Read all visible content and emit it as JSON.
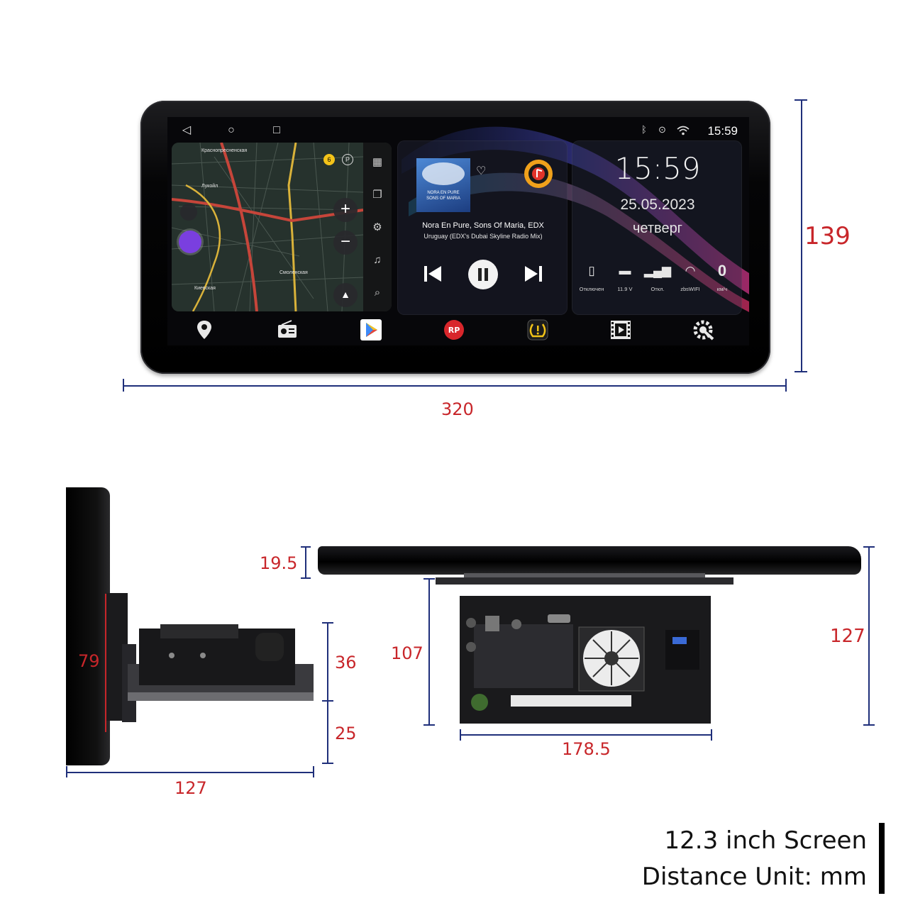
{
  "dimensions": {
    "front_width": "320",
    "front_height": "139",
    "side_panel_height": "79",
    "side_upper": "36",
    "side_lower": "25",
    "side_depth": "127",
    "top_thickness": "19.5",
    "chassis_height": "107",
    "chassis_width": "178.5",
    "total_height": "127"
  },
  "screen": {
    "status_time": "15:59",
    "icons": {
      "back": "back-icon",
      "home": "home-icon",
      "recents": "recents-icon",
      "bluetooth": "bluetooth-icon",
      "location": "location-icon",
      "wifi": "wifi-icon"
    },
    "map": {
      "labels": [
        "Краснопресненская",
        "Лукойл",
        "Смоленская",
        "Киевская"
      ],
      "badge": "6",
      "parking": "P",
      "zoom_in": "+",
      "zoom_out": "−"
    },
    "music": {
      "album_text": [
        "NORA EN PURE",
        "SONS OF MARIA"
      ],
      "artist": "Nora En Pure, Sons Of Maria, EDX",
      "title": "Uruguay (EDX's Dubai Skyline Radio Mix)"
    },
    "clock": {
      "time": "15:59",
      "date": "25.05.2023",
      "weekday": "четверг",
      "stats": [
        {
          "icon": "phone-icon",
          "value": "",
          "label": "Отключен"
        },
        {
          "icon": "battery-icon",
          "value": "",
          "label": "11.9 V"
        },
        {
          "icon": "signal-icon",
          "value": "",
          "label": "Откл."
        },
        {
          "icon": "wifi-icon",
          "value": "",
          "label": "zbsWIFI"
        },
        {
          "icon": "speed-icon",
          "value": "0",
          "label": "км/ч"
        }
      ]
    },
    "dock": [
      "maps-icon",
      "radio-icon",
      "play-store-icon",
      "rp-app-icon",
      "tire-pressure-icon",
      "video-icon",
      "settings-icon"
    ]
  },
  "footer": {
    "screen_size": "12.3 inch Screen",
    "unit": "Distance Unit: mm"
  },
  "colors": {
    "dimension_line": "#1f2f7a",
    "dimension_text": "#c8262a",
    "accent_orange": "#f0a11b"
  }
}
